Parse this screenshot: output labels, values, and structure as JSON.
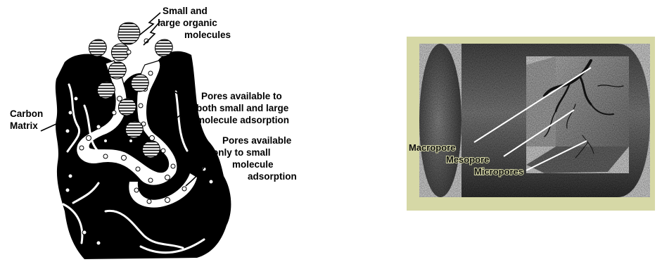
{
  "left_diagram": {
    "labels": {
      "molecules": [
        "Small and",
        "large organic",
        "molecules"
      ],
      "carbon_matrix": [
        "Carbon",
        "Matrix"
      ],
      "large_pores": [
        "Pores available to",
        "both small and large",
        "molecule adsorption"
      ],
      "small_pores": [
        "Pores available",
        "only to small",
        "molecule",
        "adsorption"
      ]
    }
  },
  "right_diagram": {
    "background_color": "#d6d8a6",
    "labels": {
      "macropore": "Macropore",
      "mesopore": "Mesopore",
      "micropores": "Micropores"
    }
  }
}
